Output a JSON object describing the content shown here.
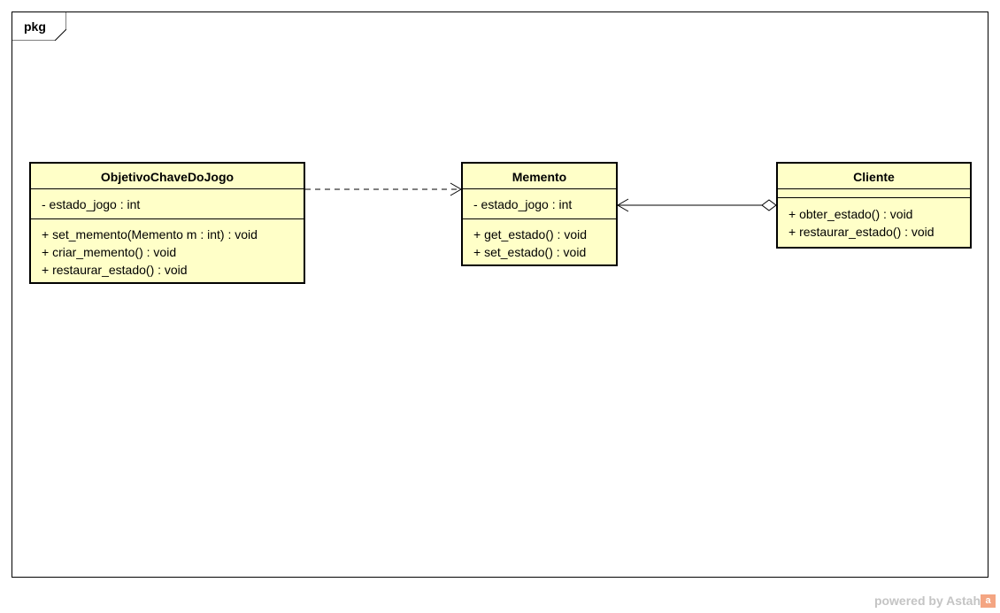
{
  "package": {
    "label": "pkg"
  },
  "classes": {
    "objetivo": {
      "name": "ObjetivoChaveDoJogo",
      "attributes": [
        "- estado_jogo : int"
      ],
      "operations": [
        "+ set_memento(Memento m : int) : void",
        "+ criar_memento() : void",
        "+ restaurar_estado() : void"
      ]
    },
    "memento": {
      "name": "Memento",
      "attributes": [
        "- estado_jogo : int"
      ],
      "operations": [
        "+ get_estado() : void",
        "+ set_estado() : void"
      ]
    },
    "cliente": {
      "name": "Cliente",
      "attributes": [],
      "operations": [
        "+ obter_estado() : void",
        "+ restaurar_estado() : void"
      ]
    }
  },
  "relationships": [
    {
      "type": "dependency",
      "from": "ObjetivoChaveDoJogo",
      "to": "Memento"
    },
    {
      "type": "aggregation",
      "whole": "Cliente",
      "part": "Memento",
      "navigable_to": "Memento"
    }
  ],
  "footer": {
    "powered_by": "powered by Astah",
    "logo_glyph": "a"
  },
  "colors": {
    "class_fill": "#ffffc8",
    "stroke": "#000000",
    "footer_text": "#c4c4c4"
  }
}
